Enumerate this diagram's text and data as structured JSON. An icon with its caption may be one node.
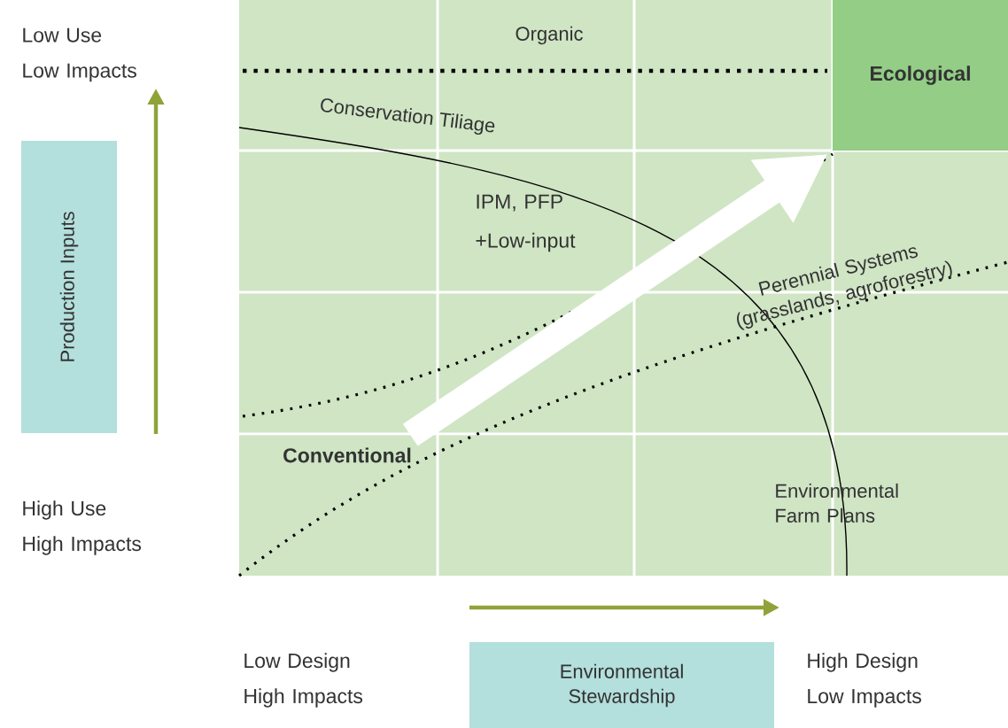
{
  "diagram": {
    "nodes": [
      {
        "text": [
          "Ecological"
        ]
      },
      {
        "text": [
          "Conventional"
        ]
      },
      {
        "text": [
          "Production Inputs"
        ]
      },
      {
        "text": [
          "Environmental Stewardship"
        ]
      }
    ],
    "edges": [
      {
        "from": 1,
        "to": 0,
        "arrow": "to"
      }
    ],
    "labels": [
      "Low Use Low Impacts",
      "Organic",
      "Conservation Tiliage",
      "IPM, PFP +Low-input",
      "Perennial Systems (grasslands, agroforestry)",
      "High Use High Impacts",
      "Environmental Farm Plans",
      "Low Design High Impacts",
      "High Design Low Impacts"
    ]
  }
}
